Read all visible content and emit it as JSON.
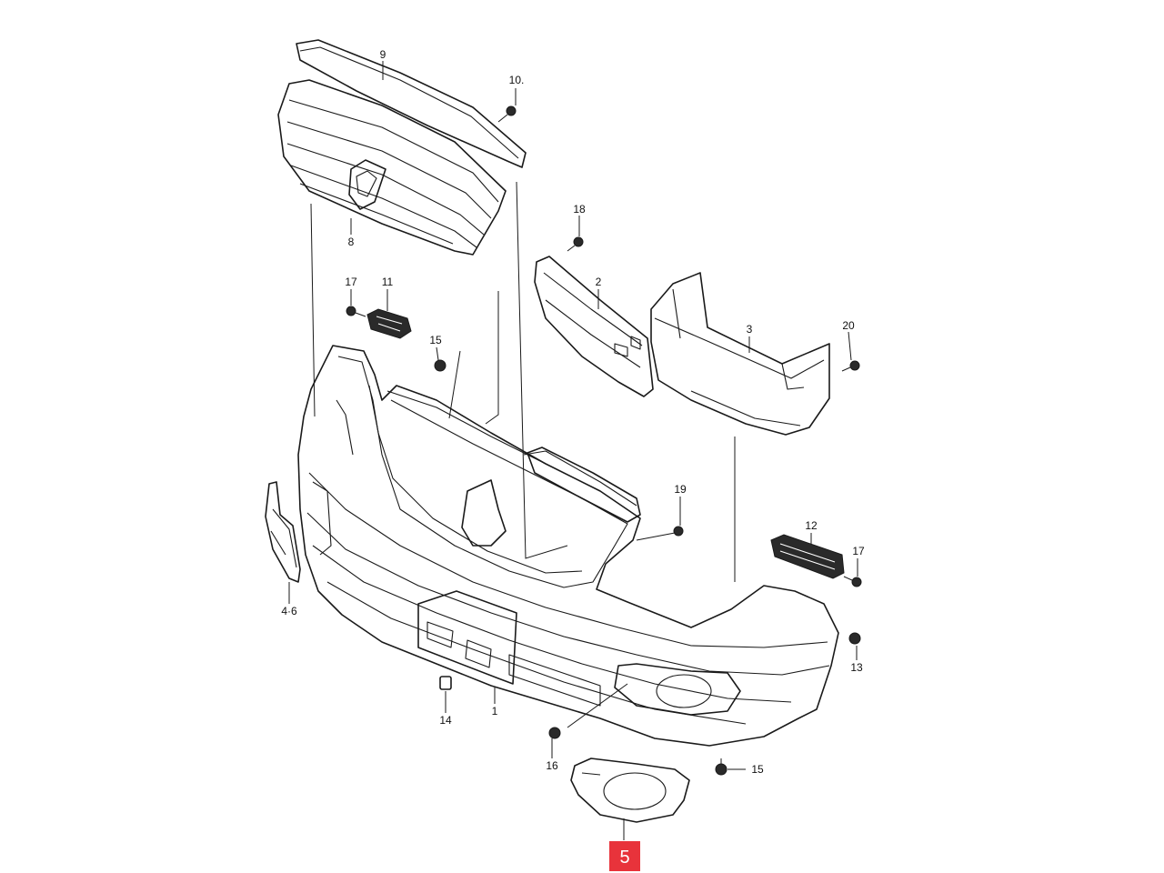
{
  "labels": {
    "p1": "1",
    "p2": "2",
    "p3": "3",
    "p4_6": "4·6",
    "p5": "5",
    "p8": "8",
    "p9": "9",
    "p10": "10.",
    "p11": "11",
    "p12": "12",
    "p13": "13",
    "p14": "14",
    "p15a": "15",
    "p15b": "15",
    "p16": "16",
    "p17a": "17",
    "p17b": "17",
    "p18": "18",
    "p19": "19",
    "p20": "20"
  },
  "highlight": {
    "part": "5",
    "color": "#e8333b"
  }
}
